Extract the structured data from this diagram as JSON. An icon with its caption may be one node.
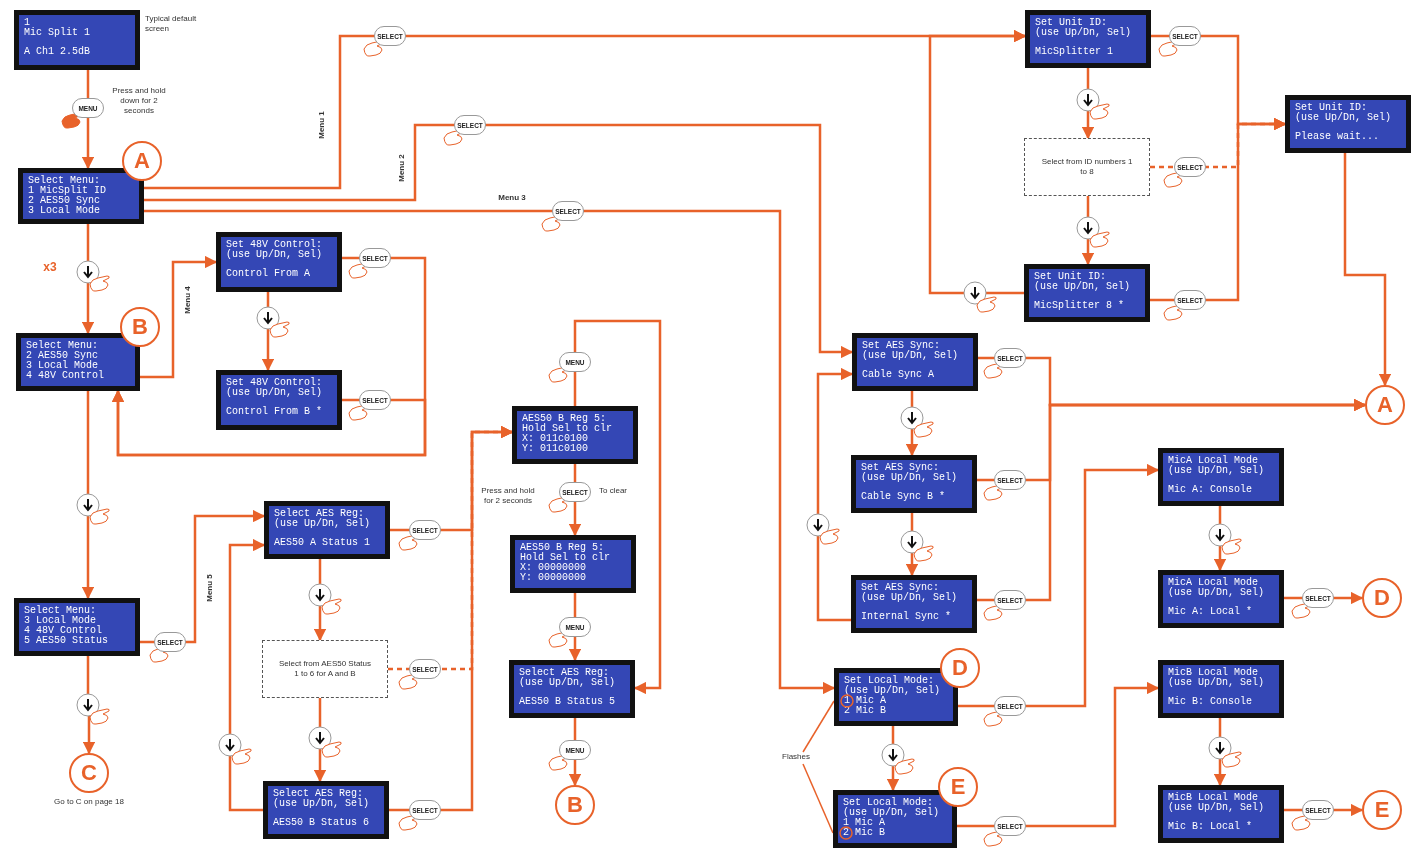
{
  "diagram": {
    "nodes": [
      {
        "text": [
          "1",
          "Mic Split 1",
          "A Ch1 2.5dB"
        ],
        "beside": [
          "Typical default screen"
        ]
      },
      {
        "text": [
          "Select Menu:",
          "1 MicSplit ID",
          "2 AES50 Sync",
          "3 Local Mode"
        ]
      },
      {
        "text": [
          "A"
        ]
      },
      {
        "text": [
          "Select Menu:",
          "2 AES50 Sync",
          "3 Local Mode",
          "4 48V Control"
        ]
      },
      {
        "text": [
          "B"
        ]
      },
      {
        "text": [
          "Select Menu:",
          "3 Local Mode",
          "4 48V Control",
          "5 AES50 Status"
        ]
      },
      {
        "text": [
          "C"
        ],
        "beside": [
          "Go to C on page 18"
        ]
      },
      {
        "text": [
          "Set 48V Control:",
          "(use Up/Dn, Sel)",
          "Control From A"
        ]
      },
      {
        "text": [
          "Set 48V Control:",
          "(use Up/Dn, Sel)",
          "Control From B *"
        ]
      },
      {
        "text": [
          "Select AES Reg:",
          "(use Up/Dn, Sel)",
          "AES50 A Status 1"
        ]
      },
      {
        "text": [
          "Select from AES50 Status 1 to 6 for A and B"
        ]
      },
      {
        "text": [
          "Select AES Reg:",
          "(use Up/Dn, Sel)",
          "AES50 B Status 6"
        ]
      },
      {
        "text": [
          "AES50 B Reg 5:",
          "Hold Sel to clr",
          "X: 011c0100",
          "Y: 011c0100"
        ]
      },
      {
        "text": [
          "AES50 B Reg 5:",
          "Hold Sel to clr",
          "X: 00000000",
          "Y: 00000000"
        ]
      },
      {
        "text": [
          "Select AES Reg:",
          "(use Up/Dn, Sel)",
          "AES50 B Status 5"
        ]
      },
      {
        "text": [
          "B"
        ]
      },
      {
        "text": [
          "Set Unit ID:",
          "(use Up/Dn, Sel)",
          "MicSplitter 1"
        ]
      },
      {
        "text": [
          "Select from ID numbers 1 to 8"
        ]
      },
      {
        "text": [
          "Set Unit ID:",
          "(use Up/Dn, Sel)",
          "MicSplitter 8 *"
        ]
      },
      {
        "text": [
          "Set Unit ID:",
          "(use Up/Dn, Sel)",
          "Please wait..."
        ]
      },
      {
        "text": [
          "A"
        ]
      },
      {
        "text": [
          "Set AES Sync:",
          "(use Up/Dn, Sel)",
          "Cable Sync A"
        ]
      },
      {
        "text": [
          "Set AES Sync:",
          "(use Up/Dn, Sel)",
          "Cable Sync B *"
        ]
      },
      {
        "text": [
          "Set AES Sync:",
          "(use Up/Dn, Sel)",
          "Internal Sync *"
        ]
      },
      {
        "text": [
          "Set Local Mode:",
          "(use Up/Dn, Sel)",
          "1 Mic A",
          "2 Mic B"
        ]
      },
      {
        "text": [
          "D"
        ]
      },
      {
        "text": [
          "Set Local Mode:",
          "(use Up/Dn, Sel)",
          "1 Mic A",
          "2 Mic B"
        ]
      },
      {
        "text": [
          "E"
        ]
      },
      {
        "text": [
          "MicA Local Mode",
          "(use Up/Dn, Sel)",
          "Mic A: Console"
        ]
      },
      {
        "text": [
          "MicA Local Mode",
          "(use Up/Dn, Sel)",
          "Mic A: Local *"
        ]
      },
      {
        "text": [
          "D"
        ]
      },
      {
        "text": [
          "MicB Local Mode",
          "(use Up/Dn, Sel)",
          "Mic B: Console"
        ]
      },
      {
        "text": [
          "MicB Local Mode",
          "(use Up/Dn, Sel)",
          "Mic B: Local *"
        ]
      },
      {
        "text": [
          "E"
        ]
      },
      {
        "text": [
          "Flashes"
        ]
      }
    ],
    "edges": [
      {
        "from": 0,
        "to": 1,
        "arrow": "to",
        "label": "MENU"
      },
      {
        "from": 1,
        "to": 16,
        "arrow": "to",
        "label": "SELECT"
      },
      {
        "from": 1,
        "to": 21,
        "arrow": "to",
        "label": "SELECT"
      },
      {
        "from": 1,
        "to": 24,
        "arrow": "to",
        "label": "SELECT"
      },
      {
        "from": 1,
        "to": 3,
        "arrow": "to"
      },
      {
        "from": 3,
        "to": 7,
        "arrow": "to"
      },
      {
        "from": 7,
        "to": 8,
        "arrow": "to"
      },
      {
        "from": 7,
        "to": 3,
        "arrow": "to",
        "label": "SELECT"
      },
      {
        "from": 8,
        "to": 3,
        "arrow": "to",
        "label": "SELECT"
      },
      {
        "from": 3,
        "to": 5,
        "arrow": "to"
      },
      {
        "from": 5,
        "to": 6,
        "arrow": "to"
      },
      {
        "from": 5,
        "to": 9,
        "arrow": "to",
        "label": "SELECT"
      },
      {
        "from": 9,
        "to": 10,
        "arrow": "to"
      },
      {
        "from": 10,
        "to": 11,
        "arrow": "to"
      },
      {
        "from": 11,
        "to": 9,
        "arrow": "to"
      },
      {
        "from": 9,
        "to": 12,
        "arrow": "to",
        "label": "SELECT"
      },
      {
        "from": 10,
        "to": 12,
        "arrow": "to",
        "label": "SELECT",
        "style": "dashed"
      },
      {
        "from": 11,
        "to": 12,
        "arrow": "to",
        "label": "SELECT"
      },
      {
        "from": 12,
        "to": 13,
        "arrow": "to",
        "label": "SELECT"
      },
      {
        "from": 12,
        "to": 14,
        "arrow": "to",
        "label": "MENU"
      },
      {
        "from": 13,
        "to": 14,
        "arrow": "to",
        "label": "MENU"
      },
      {
        "from": 14,
        "to": 15,
        "arrow": "to",
        "label": "MENU"
      },
      {
        "from": 16,
        "to": 17,
        "arrow": "to"
      },
      {
        "from": 17,
        "to": 18,
        "arrow": "to"
      },
      {
        "from": 18,
        "to": 16,
        "arrow": "to"
      },
      {
        "from": 16,
        "to": 19,
        "arrow": "to",
        "label": "SELECT"
      },
      {
        "from": 17,
        "to": 19,
        "arrow": "to",
        "label": "SELECT",
        "style": "dashed"
      },
      {
        "from": 18,
        "to": 19,
        "arrow": "to",
        "label": "SELECT"
      },
      {
        "from": 19,
        "to": 20,
        "arrow": "to"
      },
      {
        "from": 21,
        "to": 22,
        "arrow": "to"
      },
      {
        "from": 22,
        "to": 23,
        "arrow": "to"
      },
      {
        "from": 23,
        "to": 21,
        "arrow": "to"
      },
      {
        "from": 21,
        "to": 20,
        "arrow": "to",
        "label": "SELECT"
      },
      {
        "from": 22,
        "to": 20,
        "arrow": "to",
        "label": "SELECT"
      },
      {
        "from": 23,
        "to": 20,
        "arrow": "to",
        "label": "SELECT"
      },
      {
        "from": 24,
        "to": 26,
        "arrow": "to"
      },
      {
        "from": 24,
        "to": 28,
        "arrow": "to",
        "label": "SELECT"
      },
      {
        "from": 26,
        "to": 31,
        "arrow": "to",
        "label": "SELECT"
      },
      {
        "from": 28,
        "to": 29,
        "arrow": "to"
      },
      {
        "from": 29,
        "to": 30,
        "arrow": "to",
        "label": "SELECT"
      },
      {
        "from": 31,
        "to": 32,
        "arrow": "to"
      },
      {
        "from": 32,
        "to": 33,
        "arrow": "to",
        "label": "SELECT"
      },
      {
        "from": 34,
        "to": 24,
        "arrow": "none"
      },
      {
        "from": 34,
        "to": 26,
        "arrow": "none"
      }
    ],
    "labels": [
      "Press and hold down for 2 seconds",
      "Menu 1",
      "Menu 2",
      "Menu 3",
      "x3",
      "Menu 4",
      "Press and hold for 2 seconds",
      "To clear",
      "Menu 5"
    ]
  }
}
